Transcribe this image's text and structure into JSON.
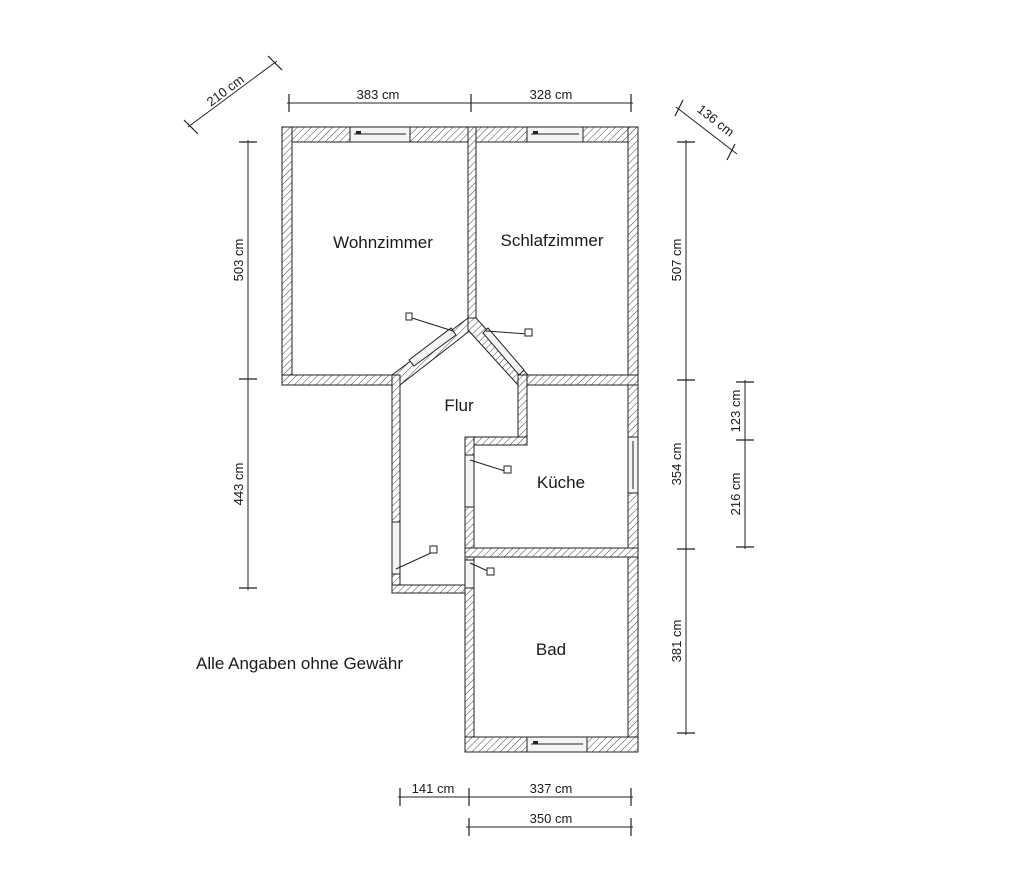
{
  "rooms": {
    "wohnzimmer": "Wohnzimmer",
    "schlafzimmer": "Schlafzimmer",
    "flur": "Flur",
    "kueche": "Küche",
    "bad": "Bad"
  },
  "dimensions": {
    "top_left": "383 cm",
    "top_right": "328 cm",
    "diag_left": "210 cm",
    "diag_right": "136 cm",
    "left_upper": "503 cm",
    "left_lower": "443 cm",
    "right_upper": "507 cm",
    "right_middle": "354 cm",
    "right_lower": "381 cm",
    "kitchen_upper": "123 cm",
    "kitchen_lower": "216 cm",
    "bottom_left": "141 cm",
    "bottom_right": "337 cm",
    "bottom_total": "350 cm"
  },
  "note": "Alle Angaben ohne Gewähr"
}
